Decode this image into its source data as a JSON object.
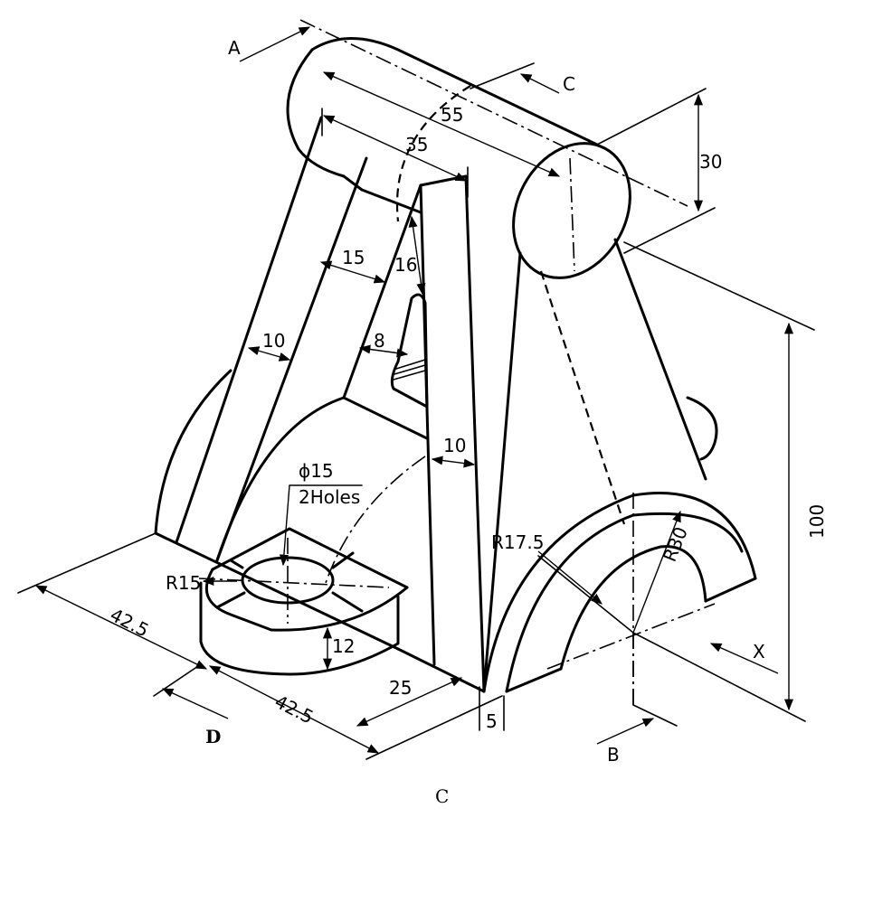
{
  "view_labels": {
    "A": "A",
    "B": "B",
    "C_arrow": "C",
    "D": "D",
    "X": "X"
  },
  "dimensions": {
    "cyl_length": "55",
    "arm_span": "35",
    "cyl_dia": "30",
    "arm_w_15": "15",
    "arm_16": "16",
    "rib_10_left": "10",
    "rib_8": "8",
    "rib_10_right": "10",
    "hole_dia": "ϕ15",
    "hole_count": "2Holes",
    "boss_r15": "R15",
    "boss_h12": "12",
    "base_42_5_left": "42.5",
    "base_42_5_front": "42.5",
    "dim_25": "25",
    "dim_5": "5",
    "arch_r17_5": "R17.5",
    "arch_r30": "R30",
    "height_100": "100"
  },
  "caption": "C"
}
